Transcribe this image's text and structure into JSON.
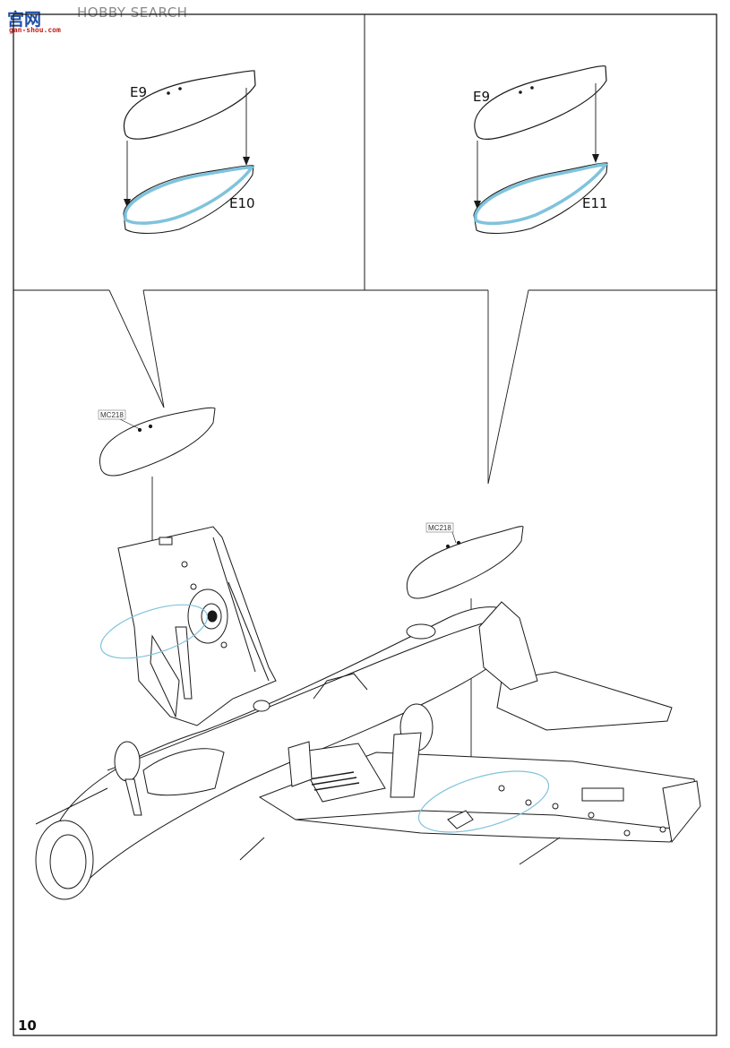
{
  "watermark": {
    "brand": "宫网",
    "url": "gan-shou.com",
    "search": "HOBBY SEARCH"
  },
  "page_number": "10",
  "panel_left": {
    "part_top": "E9",
    "part_bottom": "E10"
  },
  "panel_right": {
    "part_top": "E9",
    "part_bottom": "E11"
  },
  "main": {
    "callout_left": "MC218",
    "callout_right": "MC218"
  },
  "colors": {
    "ink": "#1a1a1a",
    "accent_blue": "#7fc3dc"
  }
}
